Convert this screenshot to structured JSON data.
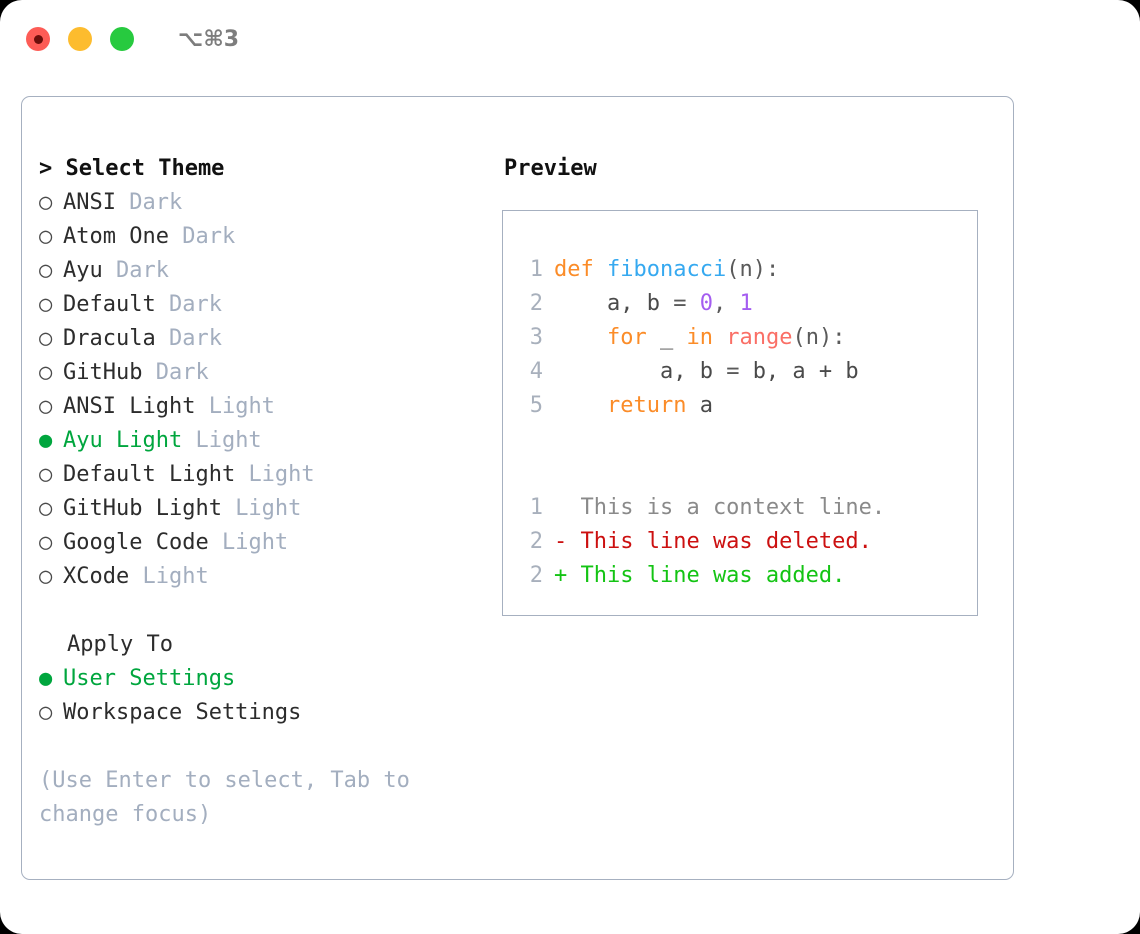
{
  "window": {
    "title": "⌥⌘3",
    "traffic_lights": [
      "close",
      "minimize",
      "maximize"
    ]
  },
  "colors": {
    "accent_green": "#00a63e",
    "muted": "#a3aebf",
    "border": "#a6b0c0",
    "keyword_orange": "#fb8c28",
    "function_blue": "#36a9f0",
    "builtin_red": "#fa6f66",
    "number_purple": "#a45df0",
    "diff_deleted": "#cc1010",
    "diff_added": "#14c414"
  },
  "theme_list": {
    "heading": "> Select Theme",
    "items": [
      {
        "marker": "○",
        "name": "ANSI",
        "kind": "Dark",
        "selected": false
      },
      {
        "marker": "○",
        "name": "Atom One",
        "kind": "Dark",
        "selected": false
      },
      {
        "marker": "○",
        "name": "Ayu",
        "kind": "Dark",
        "selected": false
      },
      {
        "marker": "○",
        "name": "Default",
        "kind": "Dark",
        "selected": false
      },
      {
        "marker": "○",
        "name": "Dracula",
        "kind": "Dark",
        "selected": false
      },
      {
        "marker": "○",
        "name": "GitHub",
        "kind": "Dark",
        "selected": false
      },
      {
        "marker": "○",
        "name": "ANSI Light",
        "kind": "Light",
        "selected": false
      },
      {
        "marker": "●",
        "name": "Ayu Light",
        "kind": "Light",
        "selected": true
      },
      {
        "marker": "○",
        "name": "Default Light",
        "kind": "Light",
        "selected": false
      },
      {
        "marker": "○",
        "name": "GitHub Light",
        "kind": "Light",
        "selected": false
      },
      {
        "marker": "○",
        "name": "Google Code",
        "kind": "Light",
        "selected": false
      },
      {
        "marker": "○",
        "name": "XCode",
        "kind": "Light",
        "selected": false
      }
    ]
  },
  "apply_to": {
    "heading": "Apply To",
    "items": [
      {
        "marker": "●",
        "label": "User Settings",
        "selected": true
      },
      {
        "marker": "○",
        "label": "Workspace Settings",
        "selected": false
      }
    ]
  },
  "hint": "(Use Enter to select, Tab to change focus)",
  "preview": {
    "title": "Preview",
    "code_lines": [
      {
        "num": "1",
        "tokens": [
          {
            "t": "def",
            "c": "kw"
          },
          {
            "t": " ",
            "c": "pn"
          },
          {
            "t": "fibonacci",
            "c": "fn"
          },
          {
            "t": "(n):",
            "c": "pn"
          }
        ]
      },
      {
        "num": "2",
        "tokens": [
          {
            "t": "    a, b ",
            "c": "var"
          },
          {
            "t": "= ",
            "c": "pn"
          },
          {
            "t": "0",
            "c": "num"
          },
          {
            "t": ", ",
            "c": "pn"
          },
          {
            "t": "1",
            "c": "num"
          }
        ]
      },
      {
        "num": "3",
        "tokens": [
          {
            "t": "    ",
            "c": "pn"
          },
          {
            "t": "for",
            "c": "kw"
          },
          {
            "t": " _ ",
            "c": "var"
          },
          {
            "t": "in",
            "c": "kw"
          },
          {
            "t": " ",
            "c": "pn"
          },
          {
            "t": "range",
            "c": "bi"
          },
          {
            "t": "(n):",
            "c": "pn"
          }
        ]
      },
      {
        "num": "4",
        "tokens": [
          {
            "t": "        a, b ",
            "c": "var"
          },
          {
            "t": "= ",
            "c": "pn"
          },
          {
            "t": "b, a + b",
            "c": "var"
          }
        ]
      },
      {
        "num": "5",
        "tokens": [
          {
            "t": "    ",
            "c": "pn"
          },
          {
            "t": "return",
            "c": "kw"
          },
          {
            "t": " a",
            "c": "var"
          }
        ]
      }
    ],
    "diff_lines": [
      {
        "num": "1",
        "sign": " ",
        "text": " This is a context line.",
        "kind": "d-ctx"
      },
      {
        "num": "2",
        "sign": "-",
        "text": " This line was deleted.",
        "kind": "d-del"
      },
      {
        "num": "2",
        "sign": "+",
        "text": " This line was added.",
        "kind": "d-add"
      }
    ]
  }
}
